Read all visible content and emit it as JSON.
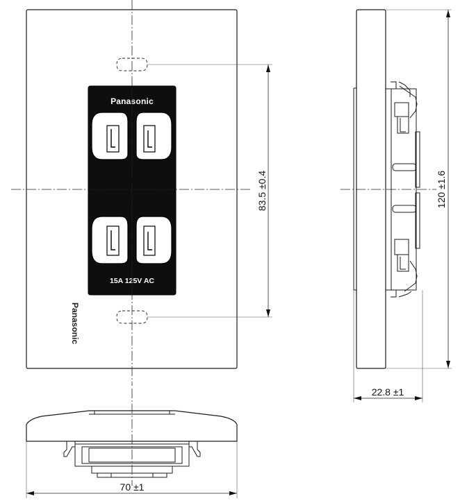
{
  "front_view": {
    "brand_top": "Panasonic",
    "rating": "15A 125V AC",
    "brand_plate": "Panasonic"
  },
  "dimensions": {
    "mounting_hole_pitch": "83.5 ±0.4",
    "height": "120 ±1.6",
    "depth": "22.8 ±1",
    "width": "70 ±1"
  }
}
